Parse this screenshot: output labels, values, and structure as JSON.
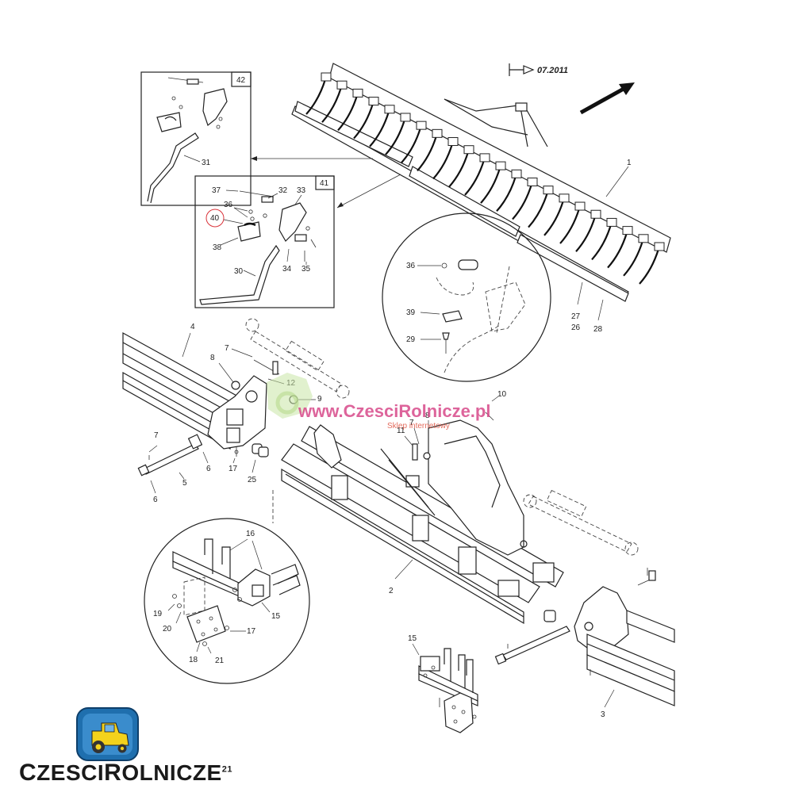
{
  "date_label": "07.2011",
  "box_labels": {
    "box42": "42",
    "box41": "41"
  },
  "callouts": {
    "c1": "1",
    "c2": "2",
    "c3": "3",
    "c4": "4",
    "c5": "5",
    "c6a": "6",
    "c6b": "6",
    "c7a": "7",
    "c7b": "7",
    "c7c": "7",
    "c8a": "8",
    "c8b": "8",
    "c9": "9",
    "c10": "10",
    "c11": "11",
    "c12": "12",
    "c15a": "15",
    "c15b": "15",
    "c16": "16",
    "c17a": "17",
    "c17b": "17",
    "c18": "18",
    "c19": "19",
    "c20": "20",
    "c21": "21",
    "c25": "25",
    "c26": "26",
    "c27": "27",
    "c28": "28",
    "c29": "29",
    "c30": "30",
    "c31": "31",
    "c32": "32",
    "c33": "33",
    "c34": "34",
    "c35": "35",
    "c36a": "36",
    "c36b": "36",
    "c37": "37",
    "c38": "38",
    "c39": "39",
    "c40": "40"
  },
  "watermark": {
    "url": "www.CzesciRolnicze.pl",
    "tagline": "Sklep internetowy"
  },
  "brand": {
    "first_cap": "C",
    "first_rest": "ZESCI",
    "second_cap": "R",
    "second_rest": "OLNICZE",
    "suffix": "21"
  },
  "colors": {
    "logo_blue": "#1f6fae",
    "logo_yellow": "#f3d21c",
    "watermark_pink": "#d84a8a",
    "highlight_red": "#d9333a"
  }
}
